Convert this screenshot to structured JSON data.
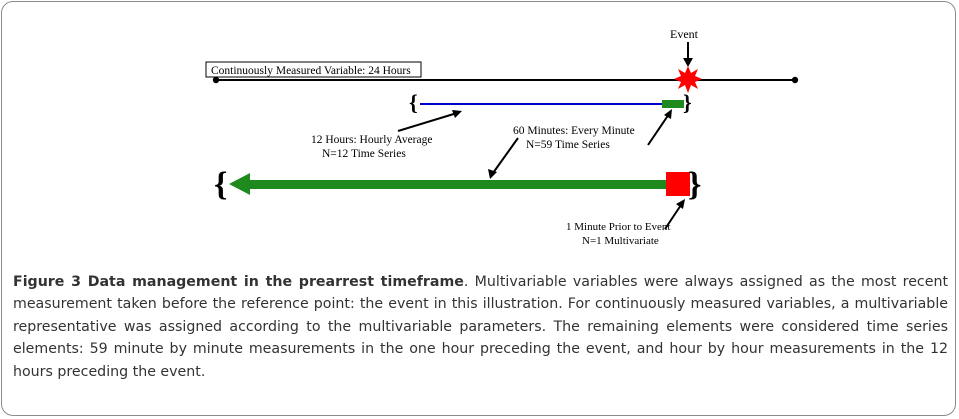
{
  "figure": {
    "diagram": {
      "event_label": "Event",
      "variable_box_label": "Continuously Measured Variable: 24 Hours",
      "twelve_hours_label_line1": "12 Hours: Hourly Average",
      "twelve_hours_label_line2": "N=12 Time Series",
      "sixty_minutes_label_line1": "60 Minutes: Every Minute",
      "sixty_minutes_label_line2": "N=59 Time Series",
      "one_minute_label_line1": "1 Minute Prior to Event",
      "one_minute_label_line2": "N=1 Multivariate",
      "colors": {
        "timeline": "#000000",
        "blue_segment": "#0000cc",
        "green_segment": "#1e8a1e",
        "event_burst": "#ff0000",
        "minute_block": "#ff0000"
      }
    },
    "caption": {
      "title": "Figure 3 Data management in the prearrest timeframe",
      "body": ". Multivariable variables were always assigned as the most recent measurement taken before the reference point: the event in this illustration. For continuously measured variables, a multivariable representative was assigned according to the multivariable parameters. The remaining elements were considered time series elements: 59 minute by minute measurements in the one hour preceding the event, and hour by hour measurements in the 12 hours preceding the event."
    }
  }
}
